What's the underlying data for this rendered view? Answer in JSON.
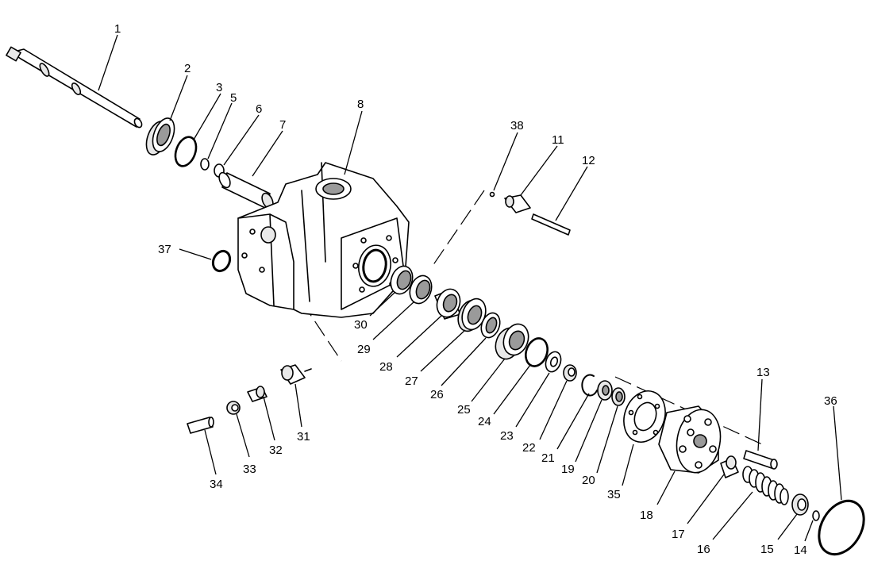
{
  "callouts": [
    {
      "id": "c1",
      "text": "1"
    },
    {
      "id": "c2",
      "text": "2"
    },
    {
      "id": "c3",
      "text": "3"
    },
    {
      "id": "c5",
      "text": "5"
    },
    {
      "id": "c6",
      "text": "6"
    },
    {
      "id": "c7",
      "text": "7"
    },
    {
      "id": "c8",
      "text": "8"
    },
    {
      "id": "c38",
      "text": "38"
    },
    {
      "id": "c11",
      "text": "11"
    },
    {
      "id": "c12",
      "text": "12"
    },
    {
      "id": "c37",
      "text": "37"
    },
    {
      "id": "c30",
      "text": "30"
    },
    {
      "id": "c29",
      "text": "29"
    },
    {
      "id": "c28",
      "text": "28"
    },
    {
      "id": "c27",
      "text": "27"
    },
    {
      "id": "c26",
      "text": "26"
    },
    {
      "id": "c25",
      "text": "25"
    },
    {
      "id": "c24",
      "text": "24"
    },
    {
      "id": "c23",
      "text": "23"
    },
    {
      "id": "c22",
      "text": "22"
    },
    {
      "id": "c21",
      "text": "21"
    },
    {
      "id": "c19",
      "text": "19"
    },
    {
      "id": "c20",
      "text": "20"
    },
    {
      "id": "c35",
      "text": "35"
    },
    {
      "id": "c18",
      "text": "18"
    },
    {
      "id": "c13",
      "text": "13"
    },
    {
      "id": "c17",
      "text": "17"
    },
    {
      "id": "c16",
      "text": "16"
    },
    {
      "id": "c15",
      "text": "15"
    },
    {
      "id": "c14",
      "text": "14"
    },
    {
      "id": "c36",
      "text": "36"
    },
    {
      "id": "c31",
      "text": "31"
    },
    {
      "id": "c32",
      "text": "32"
    },
    {
      "id": "c33",
      "text": "33"
    },
    {
      "id": "c34",
      "text": "34"
    }
  ]
}
